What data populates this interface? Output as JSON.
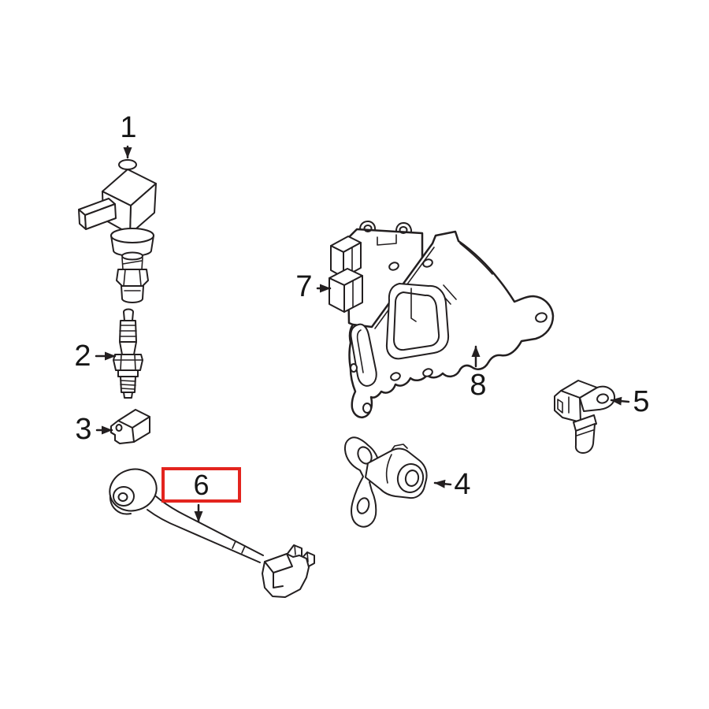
{
  "diagram": {
    "background_color": "#ffffff",
    "line_color": "#231f20",
    "highlight_color": "#e3241e",
    "text_color": "#161616",
    "callouts": [
      {
        "number": "1",
        "part": "ignition-coil",
        "highlighted": false
      },
      {
        "number": "2",
        "part": "spark-plug",
        "highlighted": false
      },
      {
        "number": "3",
        "part": "condenser",
        "highlighted": false
      },
      {
        "number": "4",
        "part": "camshaft-position-sensor",
        "highlighted": false
      },
      {
        "number": "5",
        "part": "crankshaft-position-sensor",
        "highlighted": false
      },
      {
        "number": "6",
        "part": "knock-sensor",
        "highlighted": true
      },
      {
        "number": "7",
        "part": "engine-control-module",
        "highlighted": false
      },
      {
        "number": "8",
        "part": "ecm-bracket",
        "highlighted": false
      }
    ]
  }
}
